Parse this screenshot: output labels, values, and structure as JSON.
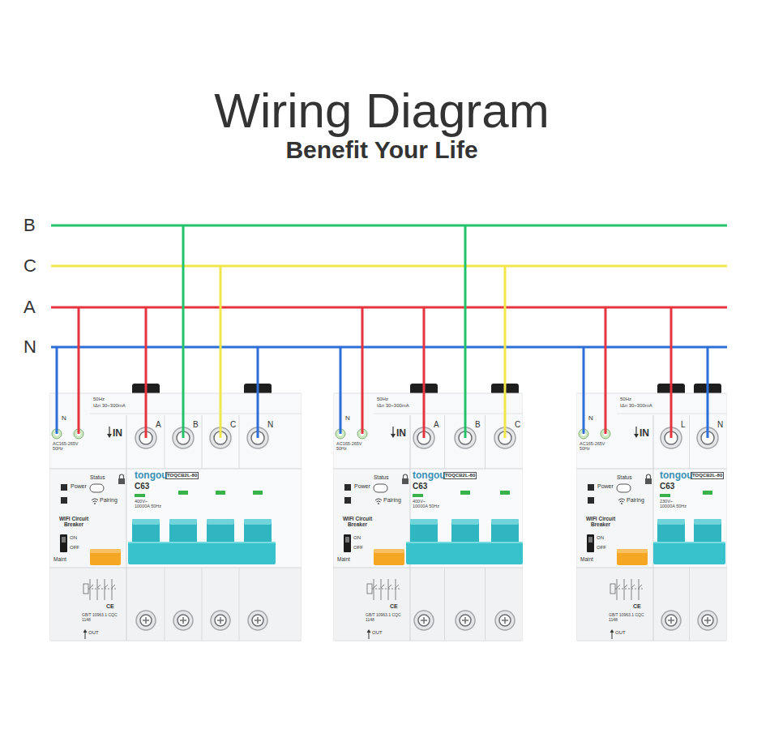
{
  "diagram": {
    "title": "Wiring Diagram",
    "nodes": [
      {
        "text": [
          "N",
          "AC165-265V 50Hz",
          "50Hz",
          "IΔn 30~300mA",
          "IN",
          "A",
          "B",
          "C",
          "N",
          "Power",
          "Status",
          "Pairing",
          "WIFI Circuit Breaker",
          "ON",
          "OFF",
          "Maint",
          "tongou",
          "C63",
          "TOQCB2L-80",
          "400V~ 10000A 50Hz",
          "GB/T 10963.1 CQC 1148",
          "CE",
          "OUT"
        ]
      },
      {
        "text": [
          "N",
          "AC165-265V 50Hz",
          "50Hz",
          "IΔn 30~300mA",
          "IN",
          "A",
          "B",
          "C",
          "Power",
          "Status",
          "Pairing",
          "WIFI Circuit Breaker",
          "ON",
          "OFF",
          "Maint",
          "tongou",
          "C63",
          "TOQCB2L-80",
          "400V~ 10000A 50Hz",
          "GB/T 10963.1 CQC 1148",
          "CE",
          "OUT"
        ]
      },
      {
        "text": [
          "N",
          "AC165-265V 50Hz",
          "50Hz",
          "IΔn 30~300mA",
          "IN",
          "L",
          "N",
          "Power",
          "Status",
          "Pairing",
          "WIFI Circuit Breaker",
          "ON",
          "OFF",
          "Maint",
          "tongou",
          "C63",
          "TOQCB2L-80",
          "230V~ 10000A 50Hz",
          "GB/T 10963.1 CQC 1148",
          "CE",
          "OUT"
        ]
      }
    ],
    "labels": [
      "Benefit Your Life",
      "B",
      "C",
      "A",
      "N"
    ]
  }
}
